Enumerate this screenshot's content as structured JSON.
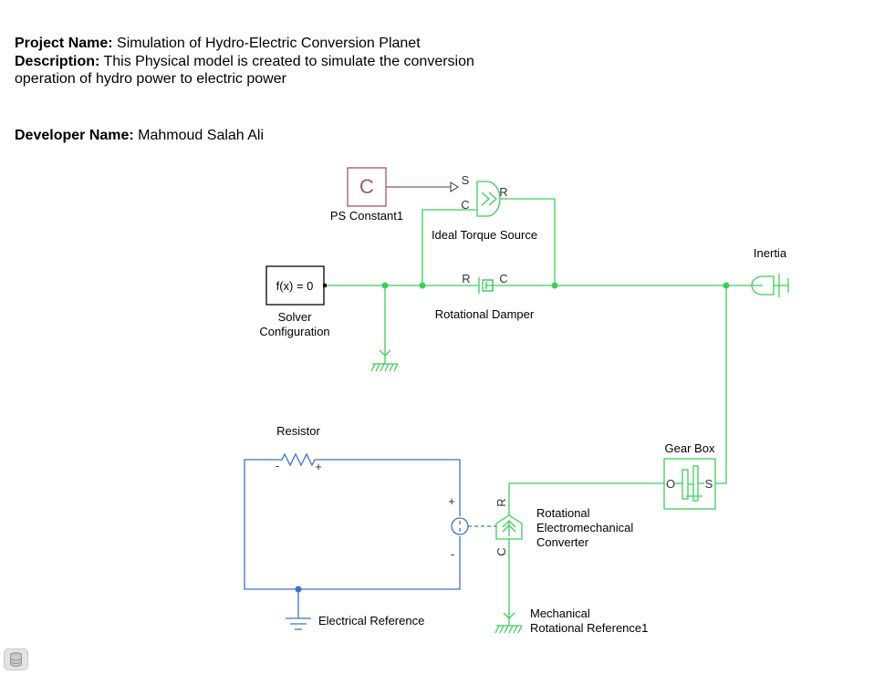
{
  "header": {
    "project_label": "Project Name:",
    "project_value": "Simulation of Hydro-Electric Conversion Planet",
    "description_label": "Description:",
    "description_value": "This Physical model is created to simulate the conversion operation of hydro power to electric power",
    "developer_label": "Developer Name:",
    "developer_value": "Mahmoud Salah Ali"
  },
  "blocks": {
    "ps_constant": {
      "name": "PS Constant1",
      "glyph": "C"
    },
    "ideal_torque_source": {
      "name": "Ideal Torque Source",
      "port_s": "S",
      "port_c": "C",
      "port_r": "R"
    },
    "solver": {
      "expr": "f(x) = 0",
      "name_line1": "Solver",
      "name_line2": "Configuration"
    },
    "rotational_damper": {
      "name": "Rotational Damper",
      "port_r": "R",
      "port_c": "C"
    },
    "inertia": {
      "name": "Inertia"
    },
    "resistor": {
      "name": "Resistor",
      "minus": "-",
      "plus": "+"
    },
    "gear_box": {
      "name": "Gear Box",
      "port_o": "O",
      "port_s": "S"
    },
    "converter": {
      "name_line1": "Rotational",
      "name_line2": "Electromechanical",
      "name_line3": "Converter",
      "port_r": "R",
      "port_c": "C",
      "plus": "+",
      "minus": "-"
    },
    "electrical_reference": {
      "name": "Electrical Reference"
    },
    "mech_reference": {
      "name_line1": "Mechanical",
      "name_line2": "Rotational Reference1"
    }
  },
  "colors": {
    "mechanical_line": "#3dce5a",
    "electrical_line": "#3f73c4",
    "ps_constant_border": "#a55a5a",
    "signal_line": "#8b5a5a"
  },
  "icons": {
    "model_data": "database-icon"
  }
}
